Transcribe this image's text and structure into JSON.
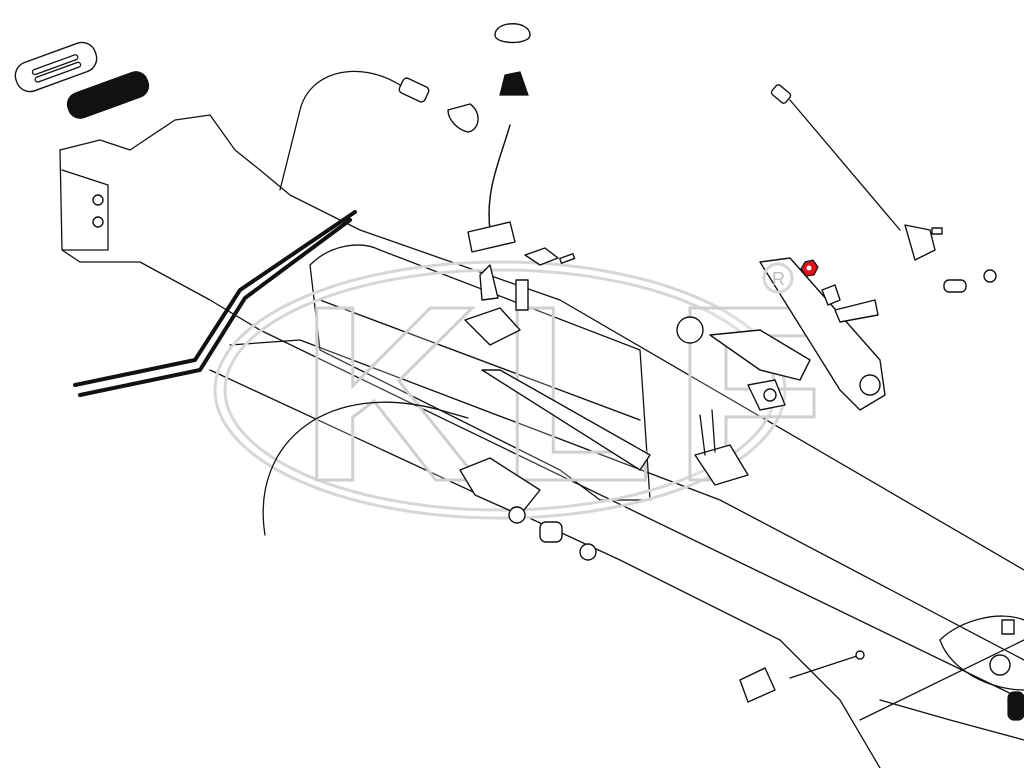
{
  "diagram": {
    "type": "exploded-parts-drawing",
    "watermark": {
      "text": "KLF",
      "registered": "R"
    },
    "highlight_color": "#e0121b",
    "line_color": "#111111"
  }
}
